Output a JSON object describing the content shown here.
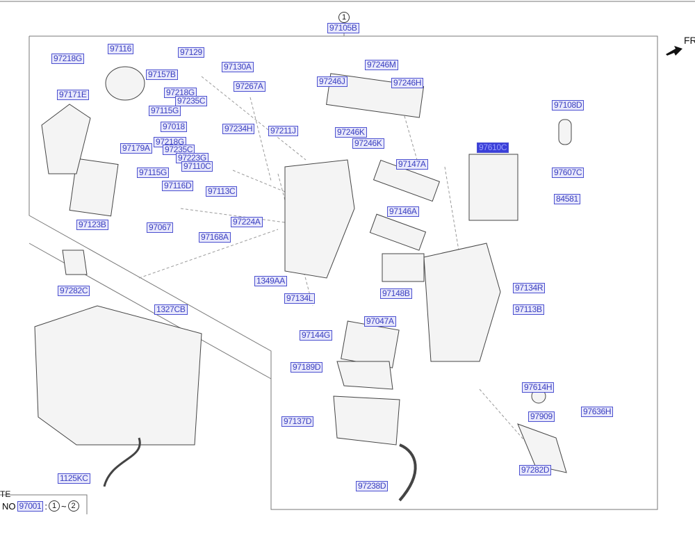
{
  "assembly": {
    "circle": "1",
    "part": "97105B"
  },
  "front_indicator": "FR",
  "labels": [
    "97218G",
    "97116",
    "97129",
    "97130A",
    "97157B",
    "97267A",
    "97246M",
    "97246J",
    "97246H",
    "97171E",
    "97218G",
    "97235C",
    "97115G",
    "97018",
    "97234H",
    "97211J",
    "97108D",
    "97246K",
    "97246K",
    "97179A",
    "97218G",
    "97235C",
    "97223G",
    "97110C",
    "97610C",
    "97147A",
    "97607C",
    "97115G",
    "97116D",
    "97113C",
    "84581",
    "97123B",
    "97067",
    "97224A",
    "97146A",
    "97168A",
    "97134R",
    "1349AA",
    "97134L",
    "97148B",
    "97282C",
    "97113B",
    "1327CB",
    "97047A",
    "97144G",
    "97189D",
    "97614H",
    "97909",
    "97636H",
    "97137D",
    "97282D",
    "1125KC",
    "97238D"
  ],
  "highlighted": "97610C",
  "note": {
    "title": "TE",
    "prefix": "NO",
    "part": "97001",
    "sep": ":",
    "from": "1",
    "tilde": "~",
    "to": "2"
  }
}
